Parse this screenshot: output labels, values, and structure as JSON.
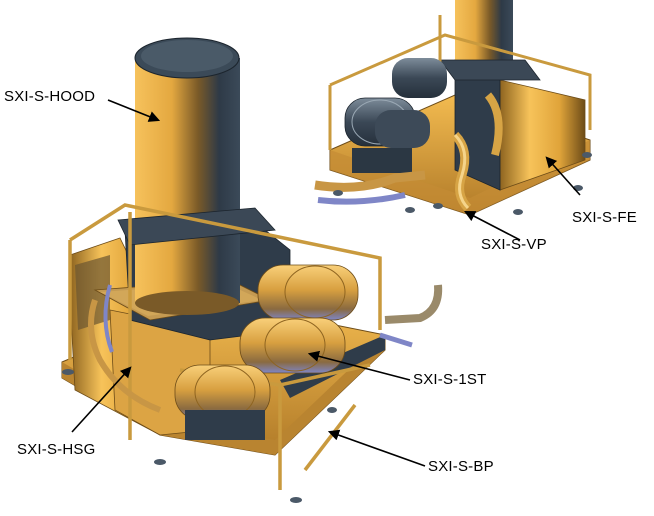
{
  "labels": {
    "hood": "SXI-S-HOOD",
    "fe": "SXI-S-FE",
    "vp": "SXI-S-VP",
    "first_stage": "SXI-S-1ST",
    "hsg": "SXI-S-HSG",
    "bp": "SXI-S-BP"
  },
  "colors": {
    "gold_light": "#f7c35a",
    "gold_mid": "#e0a43a",
    "gold_dark": "#8e6420",
    "steel_dark": "#2f3c4a",
    "steel_mid": "#4b5968",
    "steel_light": "#7d8c9a",
    "tube_blue": "#7f86c7"
  }
}
